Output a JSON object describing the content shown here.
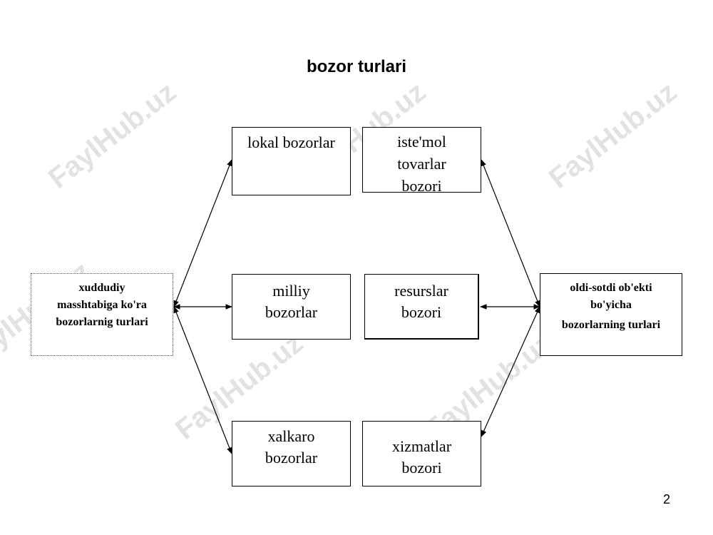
{
  "slide": {
    "title": "bozor turlari",
    "page_number": "2"
  },
  "left_category": {
    "lines": [
      "xuddudiy",
      "masshtabiga ko'ra",
      "bozorlarnig turlari"
    ]
  },
  "right_category": {
    "lines": [
      "oldi-sotdi ob'ekti",
      "bo'yicha",
      "bozorlarning turlari"
    ]
  },
  "territorial_markets": [
    {
      "lines": [
        "lokal bozorlar"
      ]
    },
    {
      "lines": [
        "milliy",
        "bozorlar"
      ]
    },
    {
      "lines": [
        "xalkaro",
        "bozorlar"
      ]
    }
  ],
  "object_markets": [
    {
      "lines": [
        "iste'mol",
        "tovarlar",
        "bozori"
      ]
    },
    {
      "lines": [
        "resurslar",
        "bozori"
      ]
    },
    {
      "lines": [
        "xizmatlar",
        "bozori"
      ]
    }
  ],
  "watermark": {
    "text": "FaylHub.uz",
    "color": "#bebebe"
  }
}
